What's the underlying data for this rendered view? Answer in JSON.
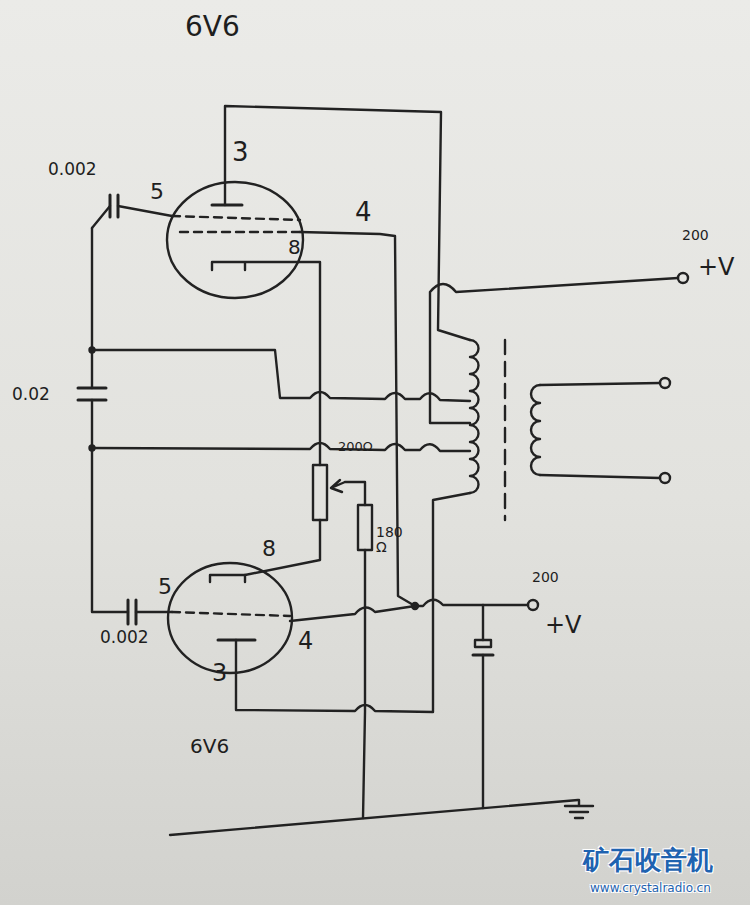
{
  "diagram": {
    "labels": [
      "6V6",
      "0.002",
      "5",
      "3",
      "8",
      "4",
      "200",
      "+V",
      "0.02",
      "200Ω",
      "180 Ω",
      "5",
      "8",
      "4",
      "3",
      "0.002",
      "6V6",
      "200",
      "+V",
      "矿石收音机",
      "www.crystalradio.cn"
    ]
  }
}
